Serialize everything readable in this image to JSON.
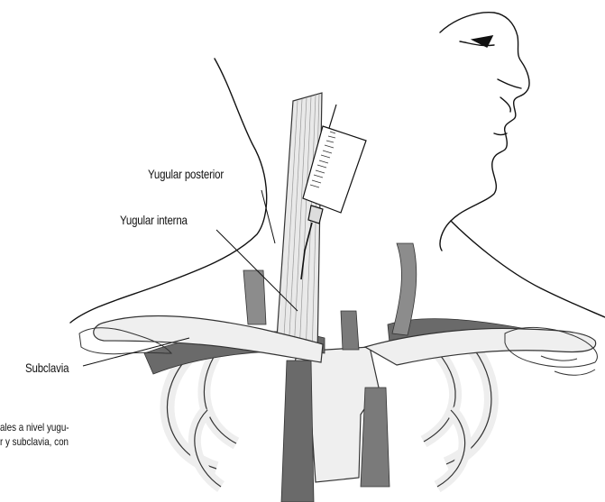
{
  "labels": {
    "posterior": "Yugular posterior",
    "interna": "Yugular interna",
    "subclavia": "Subclavia"
  },
  "caption": {
    "line1": "ales a nivel yugu-",
    "line2": "r y subclavia, con"
  },
  "colors": {
    "vessel_dark": "#6a6a6a",
    "vessel_mid": "#8c8c8c",
    "bone": "#ededed",
    "line": "#111111"
  }
}
